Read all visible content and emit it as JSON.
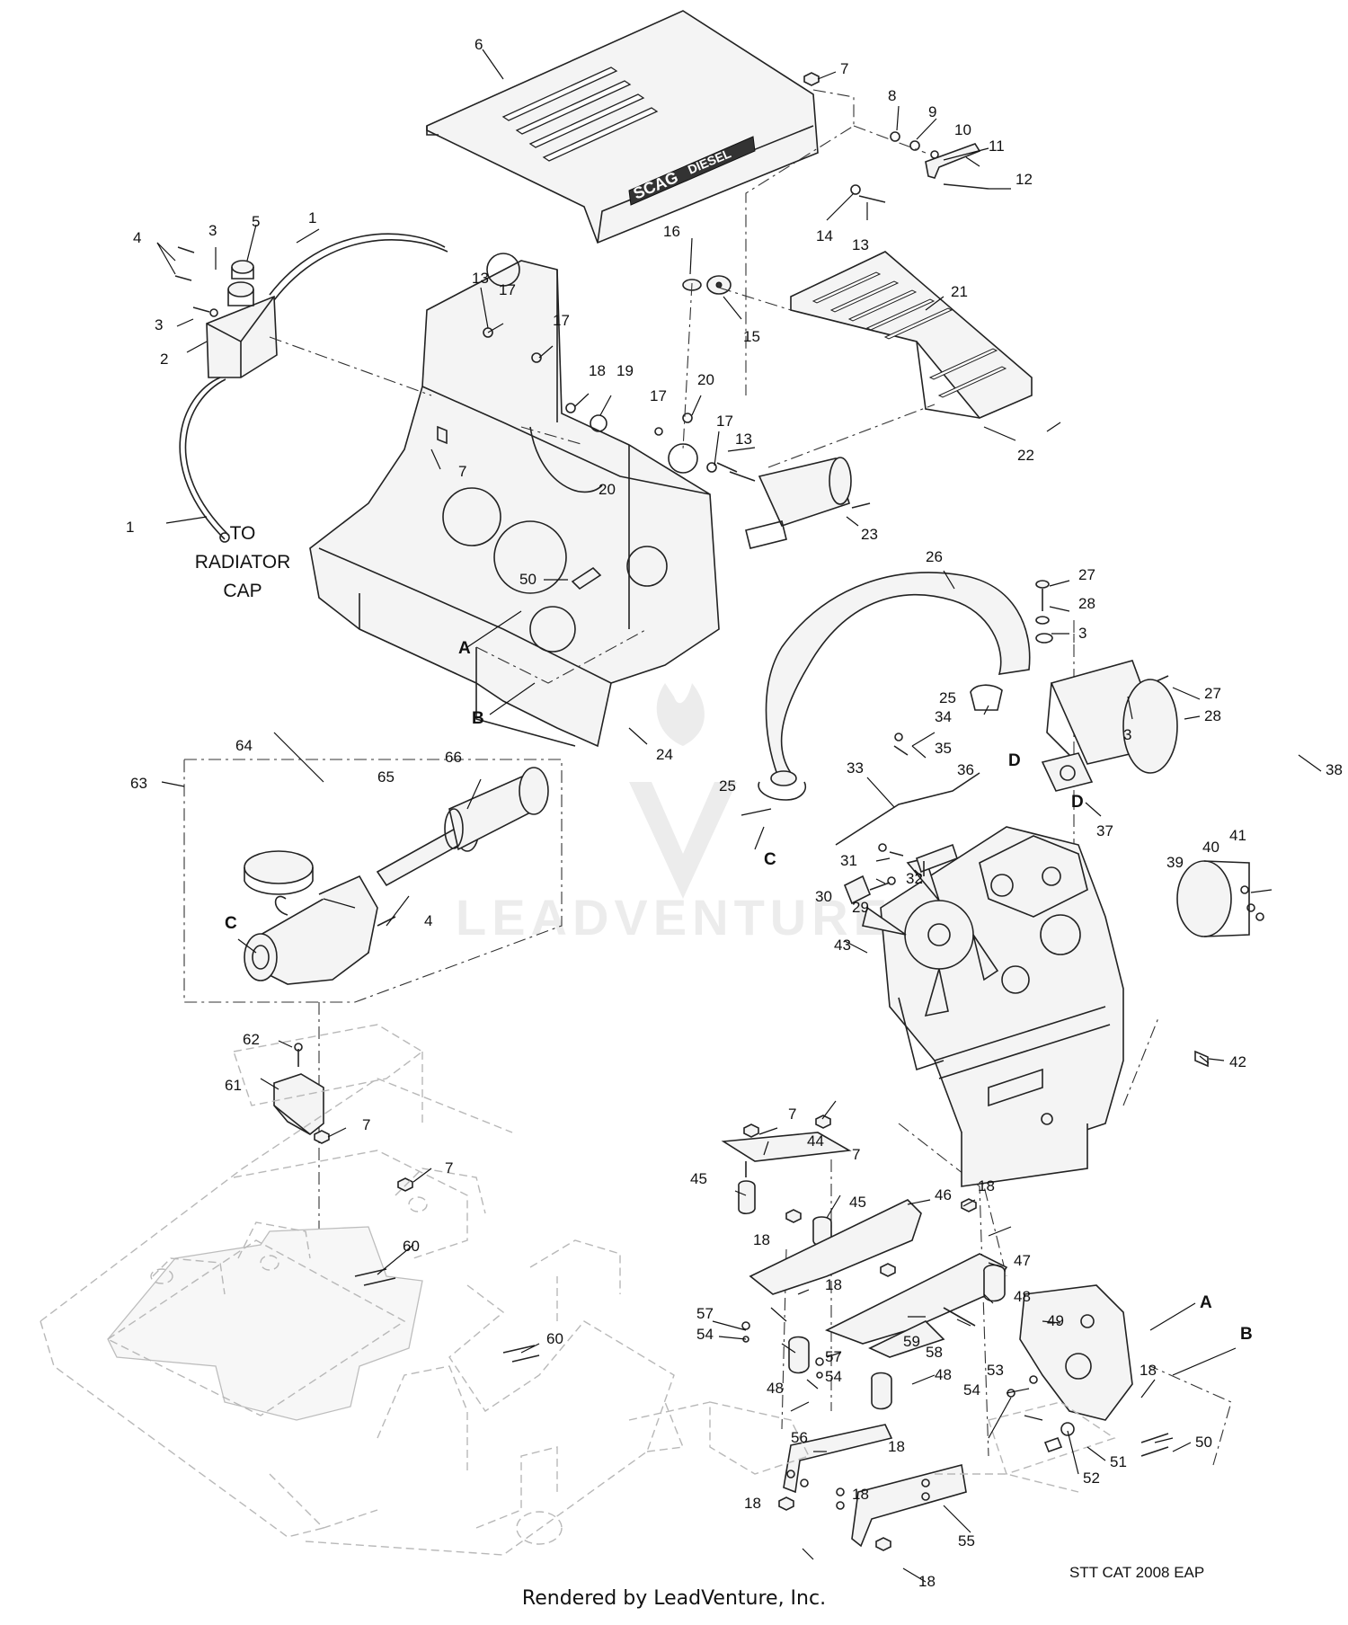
{
  "diagram": {
    "hood_brand": "SCAG",
    "hood_model": "DIESEL",
    "radiator_note": [
      "TO",
      "RADIATOR",
      "CAP"
    ],
    "reference_letters": [
      "A",
      "B",
      "C",
      "D"
    ],
    "part_callouts": [
      "1",
      "2",
      "3",
      "4",
      "5",
      "6",
      "7",
      "8",
      "9",
      "10",
      "11",
      "12",
      "13",
      "14",
      "15",
      "16",
      "17",
      "18",
      "19",
      "20",
      "21",
      "22",
      "23",
      "24",
      "25",
      "26",
      "27",
      "28",
      "29",
      "30",
      "31",
      "32",
      "33",
      "34",
      "35",
      "36",
      "37",
      "38",
      "39",
      "40",
      "41",
      "42",
      "43",
      "44",
      "45",
      "46",
      "47",
      "48",
      "49",
      "50",
      "51",
      "52",
      "53",
      "54",
      "55",
      "56",
      "57",
      "58",
      "59",
      "60",
      "61",
      "62",
      "63",
      "64",
      "65",
      "66"
    ],
    "catalog_code": "STT CAT 2008 EAP",
    "credit": "Rendered by LeadVenture, Inc.",
    "watermark": "LEADVENTURE"
  }
}
